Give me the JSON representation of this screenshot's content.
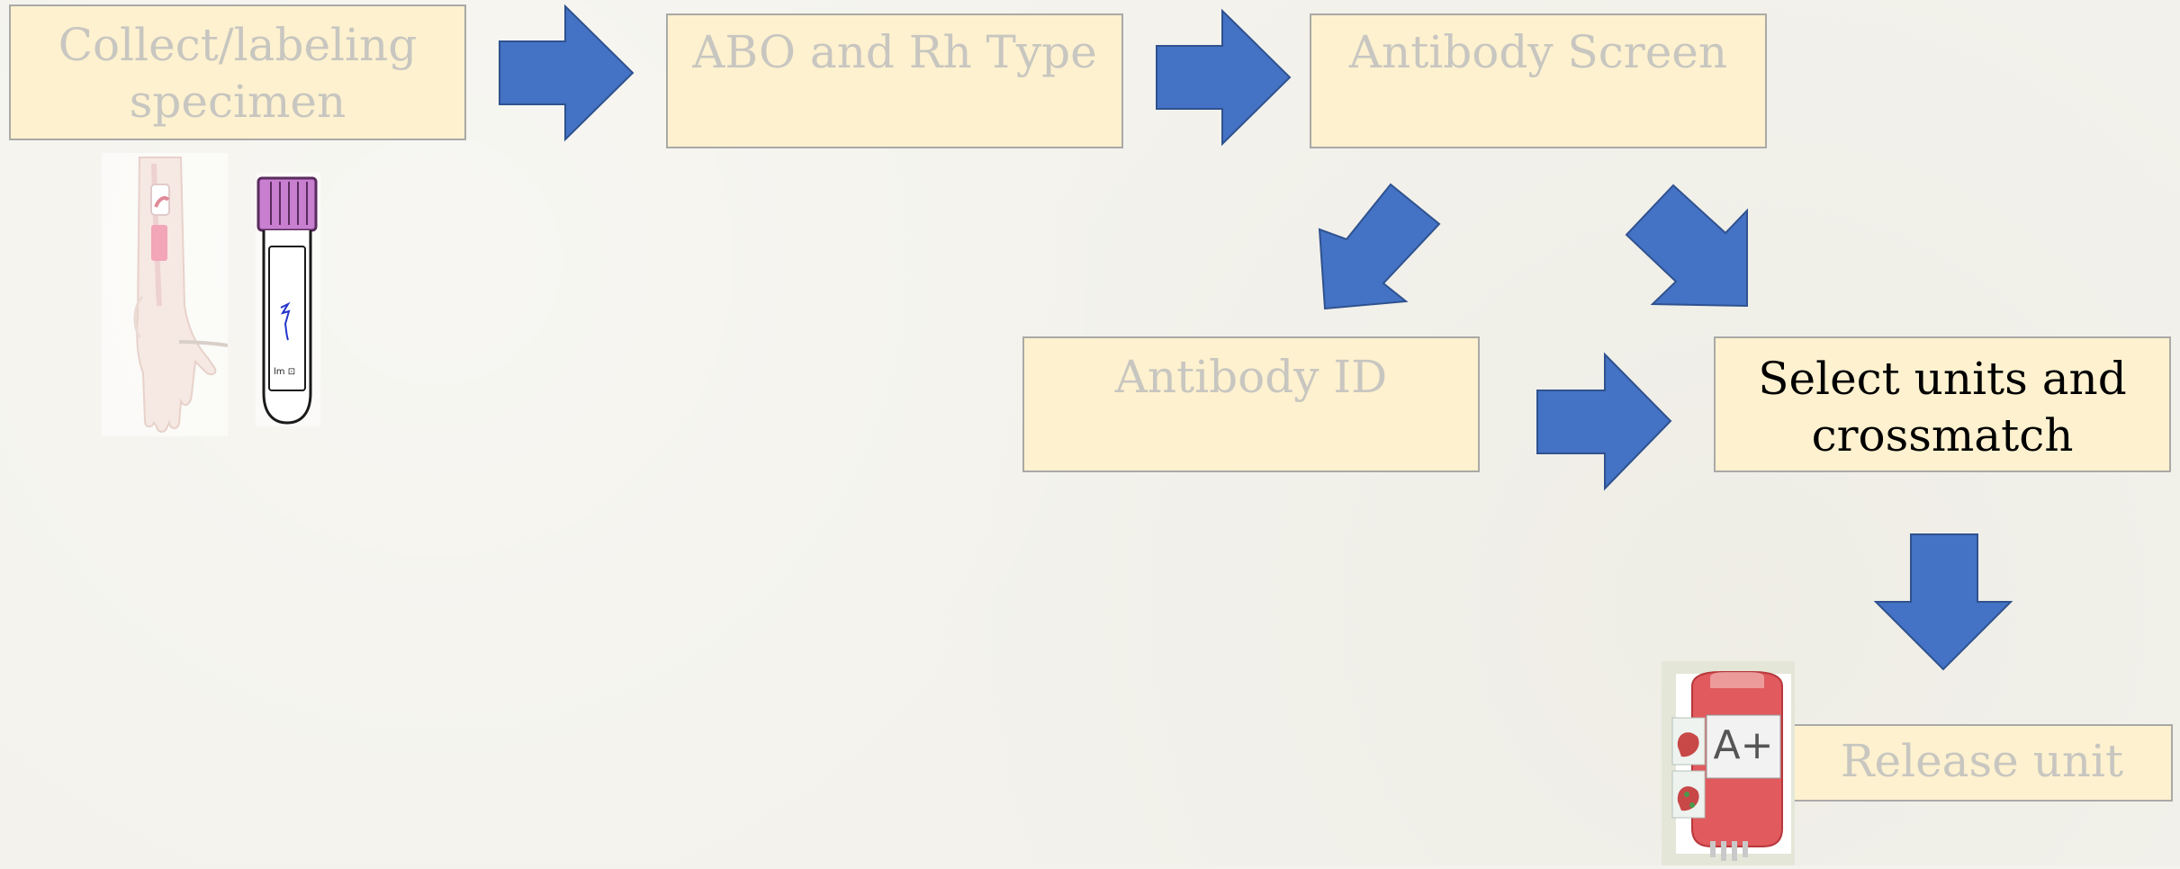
{
  "steps": {
    "collect": "Collect/labeling\nspecimen",
    "abo_rh": "ABO and Rh Type",
    "antibody_screen": "Antibody Screen",
    "antibody_id": "Antibody ID",
    "select_units": "Select units and\ncrossmatch",
    "release_unit": "Release unit"
  },
  "blood_bag": {
    "label": "A+"
  },
  "colors": {
    "box_fill": "#fdf1cf",
    "box_border": "#a9a9a6",
    "text_dimmed": "#c8c6c0",
    "text_active": "#000000",
    "arrow_fill": "#4472c4",
    "arrow_stroke": "#2f528f",
    "tube_cap": "#c87fd0",
    "blood_bag": "#e05a5e"
  },
  "icons": {
    "arrow": "block-arrow-icon",
    "arm": "arm-venipuncture-icon",
    "tube": "blood-tube-icon",
    "bag": "blood-bag-icon"
  }
}
